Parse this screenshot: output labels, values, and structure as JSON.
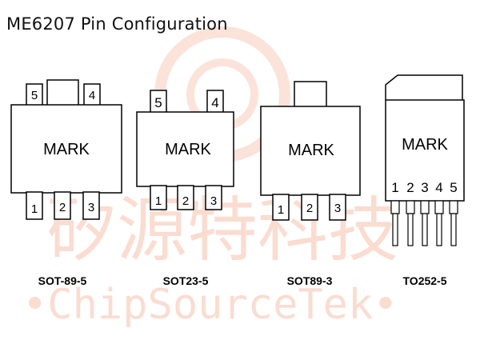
{
  "title": "ME6207 Pin Configuration",
  "watermark": {
    "chinese_text": "矽源特科技",
    "english_text": "•ChipSourceTek•",
    "color": "#f6c0ad"
  },
  "packages": [
    {
      "id": "sot89_5",
      "caption": "SOT-89-5",
      "body_label": "MARK",
      "top_pins": [
        "5",
        "4"
      ],
      "bottom_pins": [
        "1",
        "2",
        "3"
      ]
    },
    {
      "id": "sot23_5",
      "caption": "SOT23-5",
      "body_label": "MARK",
      "top_pins": [
        "5",
        "4"
      ],
      "bottom_pins": [
        "1",
        "2",
        "3"
      ]
    },
    {
      "id": "sot89_3",
      "caption": "SOT89-3",
      "body_label": "MARK",
      "top_pins": [],
      "bottom_pins": [
        "1",
        "2",
        "3"
      ]
    },
    {
      "id": "to252_5",
      "caption": "TO252-5",
      "body_label": "MARK",
      "top_pins": [],
      "bottom_pins": [
        "1",
        "2",
        "3",
        "4",
        "5"
      ]
    }
  ]
}
